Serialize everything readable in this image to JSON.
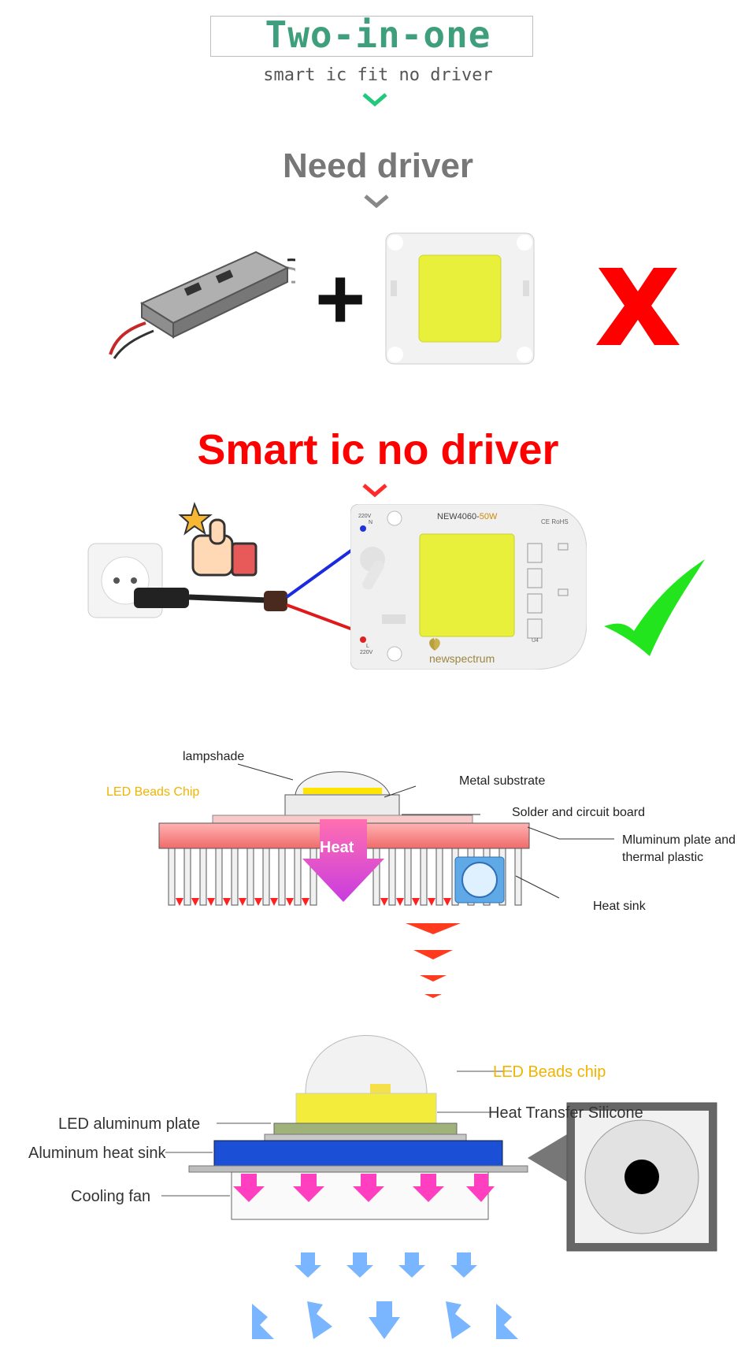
{
  "header": {
    "title": "Two-in-one",
    "subtitle": "smart ic fit no driver"
  },
  "section_need_driver": {
    "title": "Need driver",
    "plus": "+",
    "status_icon": "red-cross-icon"
  },
  "section_smart": {
    "title": "Smart ic no driver",
    "chip_model_prefix": "NEW4060-",
    "chip_power": "50W",
    "chip_cert": "CE RoHS",
    "chip_brand": "newspectrum",
    "chip_u": "U4",
    "chip_v_top": "220V",
    "chip_n": "N",
    "chip_l": "L",
    "chip_v_bottom": "220V",
    "status_icon": "green-check-icon"
  },
  "diagram1": {
    "heat_label": "Heat",
    "labels": {
      "lampshade": "lampshade",
      "led_beads_chip": "LED Beads Chip",
      "metal_substrate": "Metal substrate",
      "solder": "Solder and circuit board",
      "aluminum_plate_1": "Mluminum plate and",
      "aluminum_plate_2": "thermal plastic",
      "heat_sink": "Heat sink"
    }
  },
  "diagram2": {
    "labels": {
      "led_beads_chip": "LED Beads chip",
      "heat_transfer": "Heat Transfer Silicone",
      "led_aluminum_plate": "LED aluminum plate",
      "aluminum_heat_sink": "Aluminum heat sink",
      "cooling_fan": "Cooling fan"
    }
  },
  "colors": {
    "title_green": "#3f9f7c",
    "smart_red": "#ff0000",
    "check_green": "#22e51d",
    "cross_red": "#ff0000",
    "chip_yellow": "#e9f03c",
    "heat_magenta": "#e040d0"
  }
}
